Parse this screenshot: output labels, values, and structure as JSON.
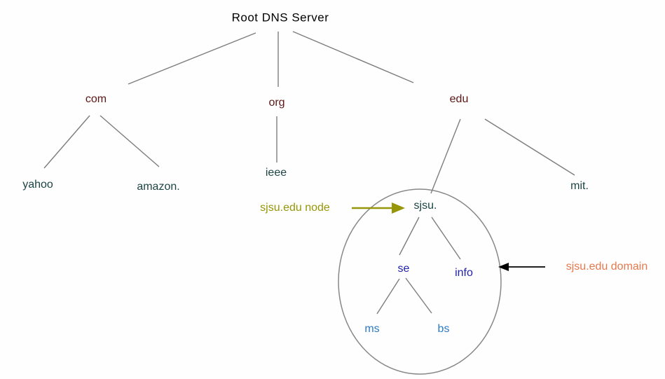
{
  "diagram": {
    "title": "Root DNS Server",
    "type": "dns-hierarchy-tree",
    "nodes": {
      "root": {
        "label": "Root DNS Server"
      },
      "com": {
        "label": "com"
      },
      "org": {
        "label": "org"
      },
      "edu": {
        "label": "edu"
      },
      "yahoo": {
        "label": "yahoo"
      },
      "amazon": {
        "label": "amazon."
      },
      "ieee": {
        "label": "ieee"
      },
      "mit": {
        "label": "mit."
      },
      "sjsu": {
        "label": "sjsu."
      },
      "se": {
        "label": "se"
      },
      "info": {
        "label": "info"
      },
      "ms": {
        "label": "ms"
      },
      "bs": {
        "label": "bs"
      }
    },
    "edges": [
      {
        "from": "root",
        "to": "com"
      },
      {
        "from": "root",
        "to": "org"
      },
      {
        "from": "root",
        "to": "edu"
      },
      {
        "from": "com",
        "to": "yahoo"
      },
      {
        "from": "com",
        "to": "amazon."
      },
      {
        "from": "org",
        "to": "ieee"
      },
      {
        "from": "edu",
        "to": "sjsu."
      },
      {
        "from": "edu",
        "to": "mit."
      },
      {
        "from": "sjsu.",
        "to": "se"
      },
      {
        "from": "sjsu.",
        "to": "info"
      },
      {
        "from": "se",
        "to": "ms"
      },
      {
        "from": "se",
        "to": "bs"
      }
    ],
    "annotations": {
      "node_pointer": {
        "label": "sjsu.edu node",
        "points_to": "sjsu."
      },
      "domain_pointer": {
        "label": "sjsu.edu domain",
        "points_to": "sjsu.edu domain ellipse"
      }
    },
    "colors": {
      "title_text": "#000000",
      "tld_text": "#5b1717",
      "host_text": "#1c4444",
      "subdomain_text": "#2222aa",
      "leaf_text": "#2d7bc4",
      "node_annotation_text": "#969608",
      "node_annotation_arrow": "#969608",
      "domain_annotation_text": "#e5794e",
      "domain_annotation_arrow": "#000000",
      "edge_line": "#7d7d7d",
      "ellipse_stroke": "#888888",
      "background": "#fefefe"
    }
  }
}
